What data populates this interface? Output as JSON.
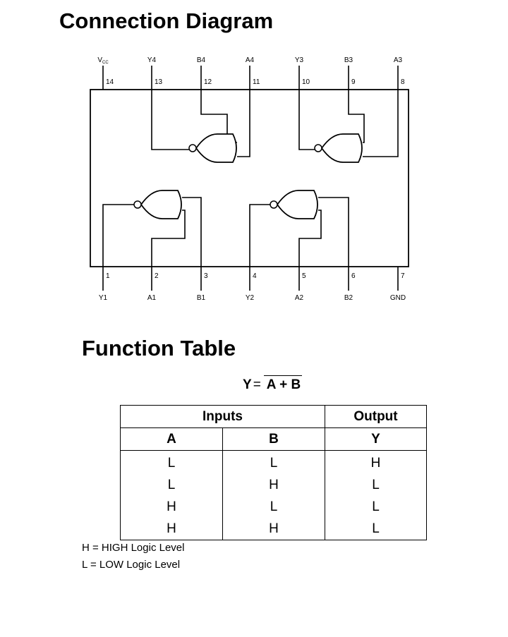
{
  "headings": {
    "connection": "Connection Diagram",
    "function": "Function Table"
  },
  "pins_top": [
    {
      "num": "14",
      "label": "V",
      "sub": "CC"
    },
    {
      "num": "13",
      "label": "Y4"
    },
    {
      "num": "12",
      "label": "B4"
    },
    {
      "num": "11",
      "label": "A4"
    },
    {
      "num": "10",
      "label": "Y3"
    },
    {
      "num": "9",
      "label": "B3"
    },
    {
      "num": "8",
      "label": "A3"
    }
  ],
  "pins_bottom": [
    {
      "num": "1",
      "label": "Y1"
    },
    {
      "num": "2",
      "label": "A1"
    },
    {
      "num": "3",
      "label": "B1"
    },
    {
      "num": "4",
      "label": "Y2"
    },
    {
      "num": "5",
      "label": "A2"
    },
    {
      "num": "6",
      "label": "B2"
    },
    {
      "num": "7",
      "label": "GND"
    }
  ],
  "equation": {
    "lhs": "Y",
    "eq": "=",
    "rhs": "A + B"
  },
  "table": {
    "group_headers": [
      "Inputs",
      "Output"
    ],
    "columns": [
      "A",
      "B",
      "Y"
    ],
    "rows": [
      [
        "L",
        "L",
        "H"
      ],
      [
        "L",
        "H",
        "L"
      ],
      [
        "H",
        "L",
        "L"
      ],
      [
        "H",
        "H",
        "L"
      ]
    ]
  },
  "notes": [
    "H = HIGH Logic Level",
    "L = LOW Logic Level"
  ]
}
